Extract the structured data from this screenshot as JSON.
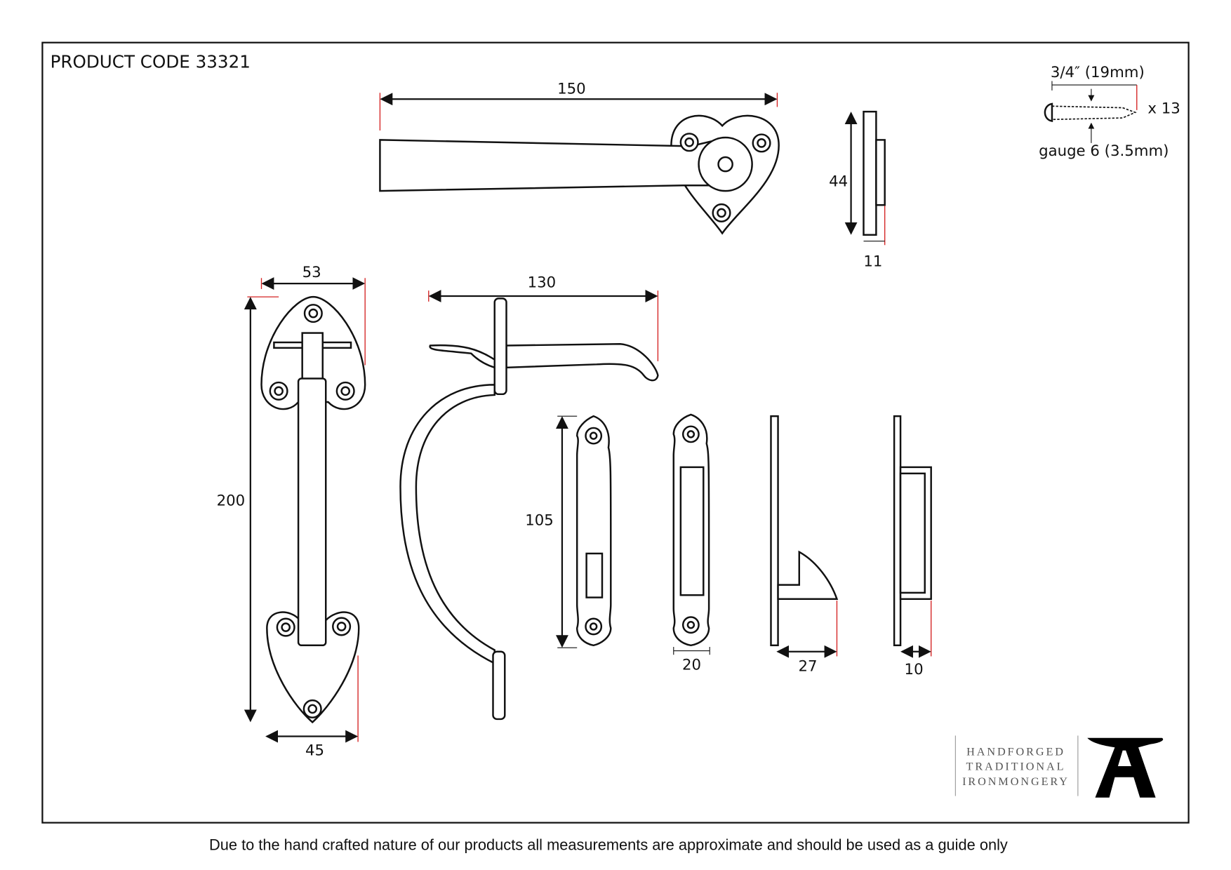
{
  "header": {
    "product_code": "PRODUCT CODE 33321"
  },
  "dimensions": {
    "lever_length": "150",
    "lever_side_height": "44",
    "lever_side_depth": "11",
    "handle_top_width": "53",
    "handle_height": "200",
    "handle_bottom_width": "45",
    "latch_length": "130",
    "keep_height": "105",
    "keep_width": "20",
    "hook_keep_depth": "27",
    "box_keep_depth": "10"
  },
  "screw": {
    "length": "3/4″ (19mm)",
    "quantity": "x 13",
    "gauge": "gauge 6 (3.5mm)"
  },
  "logo": {
    "line1": "HANDFORGED",
    "line2": "TRADITIONAL",
    "line3": "IRONMONGERY"
  },
  "footer": {
    "disclaimer": "Due to the hand crafted nature of our products all measurements are approximate and should be used as a guide only"
  }
}
